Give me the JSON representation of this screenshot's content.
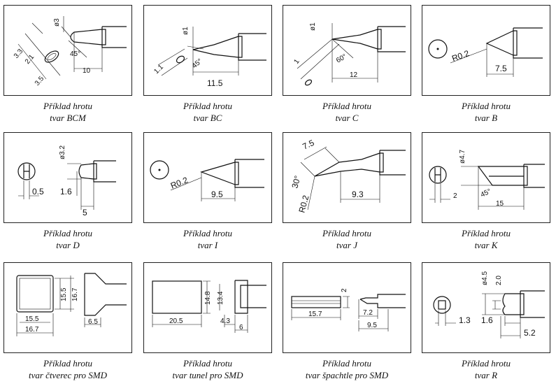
{
  "tips": [
    {
      "id": "bcm",
      "caption_line1": "Příklad hrotu",
      "caption_line2": "tvar BCM",
      "dims": {
        "d1": "ø3",
        "d2": "3.3",
        "d3": "2.1",
        "d4": "3.5",
        "angle": "45°",
        "len": "10"
      }
    },
    {
      "id": "bc",
      "caption_line1": "Příklad hrotu",
      "caption_line2": "tvar BC",
      "dims": {
        "d1": "ø1",
        "d2": "1.1",
        "angle": "45°",
        "len": "11.5"
      }
    },
    {
      "id": "c",
      "caption_line1": "Příklad hrotu",
      "caption_line2": "tvar C",
      "dims": {
        "d1": "ø1",
        "d2": "1",
        "angle": "60°",
        "len": "12"
      }
    },
    {
      "id": "b",
      "caption_line1": "Příklad hrotu",
      "caption_line2": "tvar B",
      "dims": {
        "radius": "R0.2",
        "len": "7.5"
      }
    },
    {
      "id": "d",
      "caption_line1": "Příklad hrotu",
      "caption_line2": "tvar D",
      "dims": {
        "d1": "ø3.2",
        "w": "0.5",
        "t": "1.6",
        "len": "5"
      }
    },
    {
      "id": "i",
      "caption_line1": "Příklad hrotu",
      "caption_line2": "tvar I",
      "dims": {
        "radius": "R0.2",
        "len": "9.5"
      }
    },
    {
      "id": "j",
      "caption_line1": "Příklad hrotu",
      "caption_line2": "tvar J",
      "dims": {
        "a": "7.5",
        "angle": "30°",
        "radius": "R0.2",
        "len": "9.3"
      }
    },
    {
      "id": "k",
      "caption_line1": "Příklad hrotu",
      "caption_line2": "tvar K",
      "dims": {
        "d1": "ø4.7",
        "w": "2",
        "angle": "45°",
        "len": "15"
      }
    },
    {
      "id": "sq",
      "caption_line1": "Příklad hrotu",
      "caption_line2": "tvar čtverec pro SMD",
      "dims": {
        "a": "15.5",
        "b": "16.7",
        "c": "15.5",
        "d": "16.7",
        "e": "6.5"
      }
    },
    {
      "id": "tun",
      "caption_line1": "Příklad hrotu",
      "caption_line2": "tvar tunel pro SMD",
      "dims": {
        "a": "14.8",
        "b": "13.4",
        "c": "20.5",
        "d": "4.3",
        "e": "6"
      }
    },
    {
      "id": "spa",
      "caption_line1": "Příklad hrotu",
      "caption_line2": "tvar špachtle pro SMD",
      "dims": {
        "a": "2",
        "b": "15.7",
        "c": "7.2",
        "d": "9.5"
      }
    },
    {
      "id": "r",
      "caption_line1": "Příklad hrotu",
      "caption_line2": "tvar R",
      "dims": {
        "d1": "ø4.5",
        "a": "2.0",
        "b": "1.3",
        "c": "1.6",
        "d": "5.2"
      }
    }
  ]
}
